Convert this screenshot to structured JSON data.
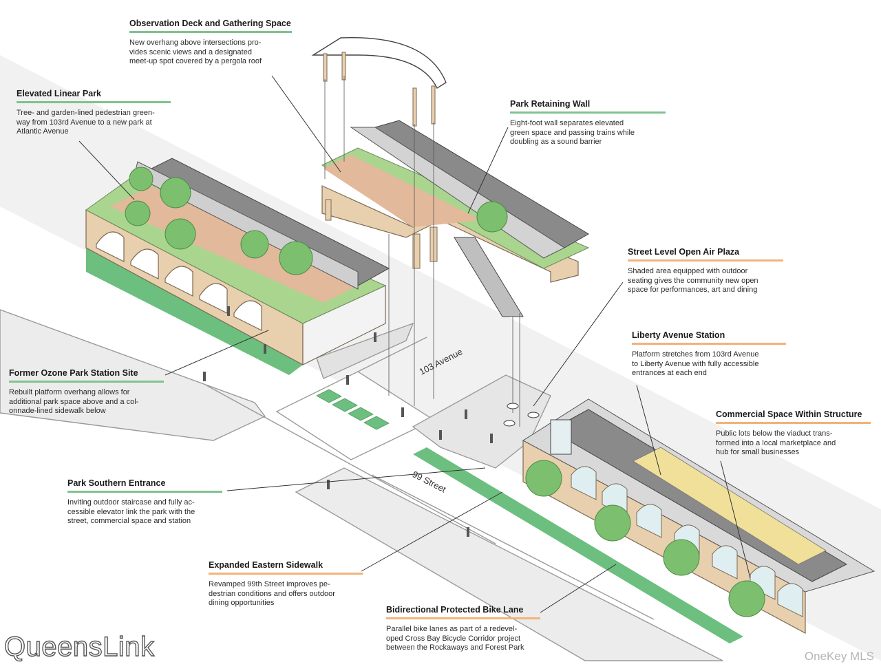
{
  "street_labels": {
    "avenue": "103 Avenue",
    "street": "99 Street"
  },
  "callouts": [
    {
      "id": "observation-deck",
      "title": "Observation Deck and Gathering Space",
      "color": "green",
      "lines": [
        "New overhang above intersections pro-",
        "vides scenic views and a designated",
        "meet-up spot covered by a pergola roof"
      ]
    },
    {
      "id": "elevated-linear-park",
      "title": "Elevated Linear Park",
      "color": "green",
      "lines": [
        "Tree- and garden-lined pedestrian green-",
        "way from 103rd Avenue to a new park at",
        "Atlantic Avenue"
      ]
    },
    {
      "id": "park-retaining-wall",
      "title": "Park Retaining Wall",
      "color": "green",
      "lines": [
        "Eight-foot wall separates elevated",
        "green space and passing trains while",
        "doubling as a sound barrier"
      ]
    },
    {
      "id": "street-level-plaza",
      "title": "Street Level Open Air Plaza",
      "color": "orange",
      "lines": [
        "Shaded area equipped with outdoor",
        "seating gives the community new open",
        "space for performances, art and dining"
      ]
    },
    {
      "id": "liberty-avenue-station",
      "title": "Liberty Avenue Station",
      "color": "orange",
      "lines": [
        "Platform stretches from 103rd Avenue",
        "to Liberty Avenue with fully accessible",
        "entrances at each end"
      ]
    },
    {
      "id": "commercial-space",
      "title": "Commercial Space Within Structure",
      "color": "orange",
      "lines": [
        "Public lots below the viaduct trans-",
        "formed into a local marketplace and",
        "hub for small businesses"
      ]
    },
    {
      "id": "former-ozone-park",
      "title": "Former Ozone Park Station Site",
      "color": "green",
      "lines": [
        "Rebuilt platform overhang allows for",
        "additional park space above and a col-",
        "onnade-lined sidewalk below"
      ]
    },
    {
      "id": "park-southern-entrance",
      "title": "Park Southern Entrance",
      "color": "green",
      "lines": [
        "Inviting outdoor staircase and fully ac-",
        "cessible elevator link the park with the",
        "street, commercial space and station"
      ]
    },
    {
      "id": "expanded-eastern-sidewalk",
      "title": "Expanded Eastern Sidewalk",
      "color": "orange",
      "lines": [
        "Revamped 99th Street improves pe-",
        "destrian conditions and offers outdoor",
        "dining opportunities"
      ]
    },
    {
      "id": "bike-lane",
      "title": "Bidirectional Protected Bike Lane",
      "color": "orange",
      "lines": [
        "Parallel bike lanes as part of a redevel-",
        "oped Cross Bay Bicycle Corridor project",
        "between the Rockaways and Forest Park"
      ]
    }
  ],
  "watermark_left": "QueensLink",
  "watermark_right": "OneKey MLS"
}
